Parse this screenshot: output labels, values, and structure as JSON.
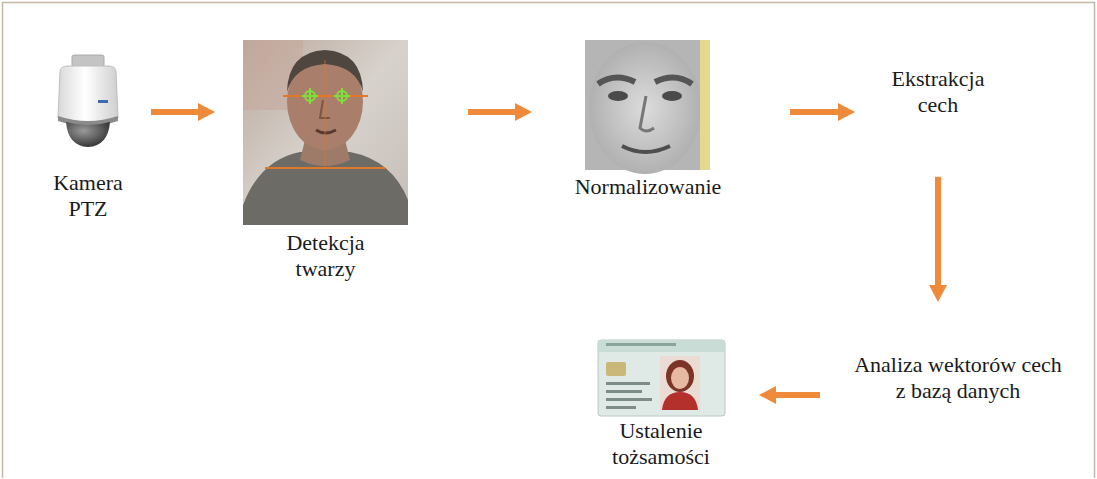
{
  "diagram": {
    "nodes": [
      {
        "text": [
          "Kamera PTZ"
        ]
      },
      {
        "text": [
          "Detekcja twarzy"
        ]
      },
      {
        "text": [
          "Normalizowanie"
        ]
      },
      {
        "text": [
          "Ekstrakcja cech"
        ]
      },
      {
        "text": [
          "Analiza wektorów cech z bazą danych"
        ]
      },
      {
        "text": [
          "Ustalenie tożsamości"
        ]
      }
    ],
    "edges": [
      {
        "from": 0,
        "to": 1,
        "arrow": "to"
      },
      {
        "from": 1,
        "to": 2,
        "arrow": "to"
      },
      {
        "from": 2,
        "to": 3,
        "arrow": "to"
      },
      {
        "from": 3,
        "to": 4,
        "arrow": "to"
      },
      {
        "from": 4,
        "to": 5,
        "arrow": "to"
      }
    ]
  }
}
